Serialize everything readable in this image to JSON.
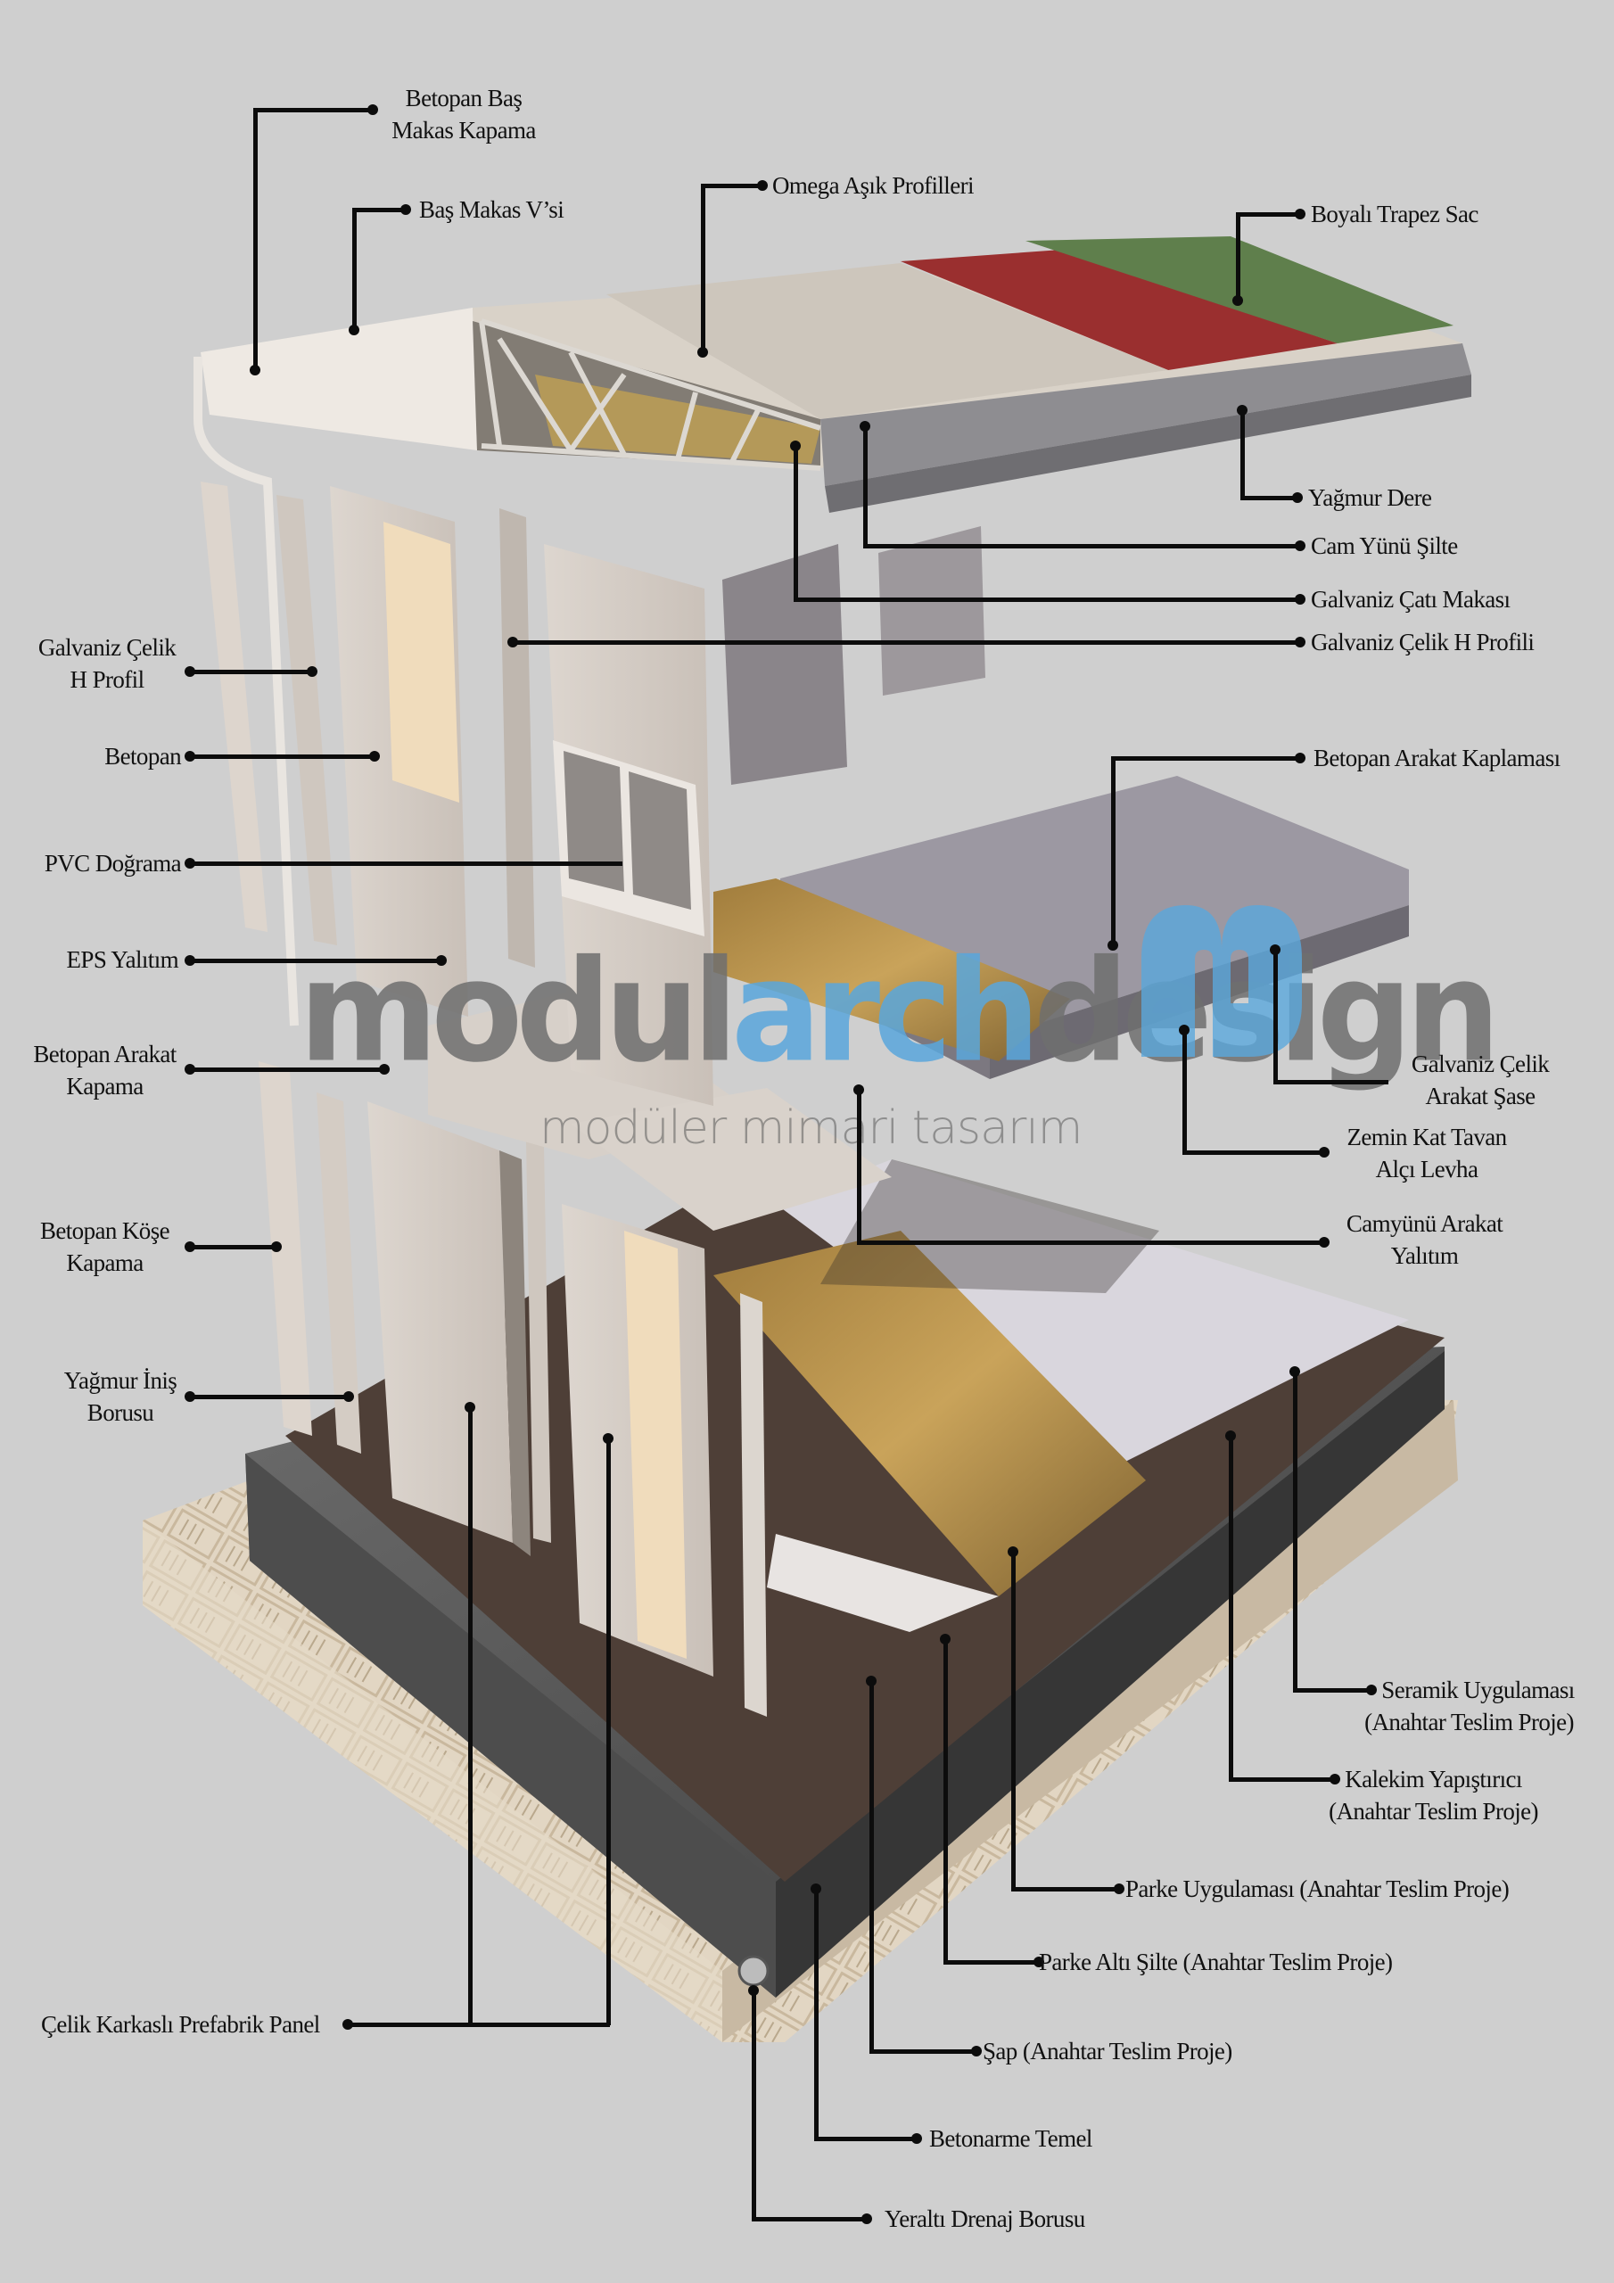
{
  "diagram": {
    "title": "Exploded modular prefab building section",
    "background_color": "#cfcfcf",
    "roof_colors": {
      "red": "#9a2f2f",
      "green": "#5f7f4c",
      "light": "#d9d2c8",
      "grey": "#c2bdb5"
    },
    "accent_color": "#5aa7dc"
  },
  "watermark": {
    "brand_part1": "modul",
    "brand_part2": "arch",
    "brand_part3": "design",
    "tagline": "modüler mimari tasarım",
    "logo_icon": "md-logo-icon"
  },
  "labels": {
    "betopan_bas_makas_kapama": {
      "line1": "Betopan Baş",
      "line2": "Makas Kapama"
    },
    "bas_makas_vsi": "Baş Makas V’si",
    "omega_asik_profilleri": "Omega Aşık Profilleri",
    "boyali_trapez_sac": "Boyalı Trapez Sac",
    "yagmur_dere": "Yağmur Dere",
    "cam_yunu_silte": "Cam Yünü Şilte",
    "galvaniz_cati_makasi": "Galvaniz Çatı Makası",
    "galvaniz_celik_h_profili": "Galvaniz Çelik H Profili",
    "galvaniz_celik_h_profil_left": {
      "line1": "Galvaniz Çelik",
      "line2": "H Profil"
    },
    "betopan": "Betopan",
    "pvc_dograma": "PVC Doğrama",
    "eps_yalitim": "EPS Yalıtım",
    "betopan_arakat_kapama": {
      "line1": "Betopan Arakat",
      "line2": "Kapama"
    },
    "betopan_kose_kapama": {
      "line1": "Betopan Köşe",
      "line2": "Kapama"
    },
    "yagmur_inis_borusu": {
      "line1": "Yağmur İniş",
      "line2": "Borusu"
    },
    "betopan_arakat_kaplamasi": "Betopan Arakat Kaplaması",
    "galvaniz_celik_arakat_sase": {
      "line1": "Galvaniz Çelik",
      "line2": "Arakat Şase"
    },
    "zemin_kat_tavan_alci_levha": {
      "line1": "Zemin Kat Tavan",
      "line2": "Alçı Levha"
    },
    "camyunu_arakat_yalitim": {
      "line1": "Camyünü Arakat",
      "line2": "Yalıtım"
    },
    "seramik_uygulamasi": {
      "line1": "Seramik Uygulaması",
      "line2": "(Anahtar Teslim Proje)"
    },
    "kalekim_yapistirici": {
      "line1": "Kalekim Yapıştırıcı",
      "line2": "(Anahtar Teslim Proje)"
    },
    "parke_uygulamasi": "Parke Uygulaması (Anahtar Teslim Proje)",
    "parke_alti_silte": "Parke Altı Şilte (Anahtar Teslim Proje)",
    "sap": "Şap (Anahtar Teslim Proje)",
    "betonarme_temel": "Betonarme Temel",
    "yeralti_drenaj_borusu": "Yeraltı Drenaj Borusu",
    "celik_karkasli_prefabrik_panel": "Çelik Karkaslı Prefabrik Panel"
  }
}
